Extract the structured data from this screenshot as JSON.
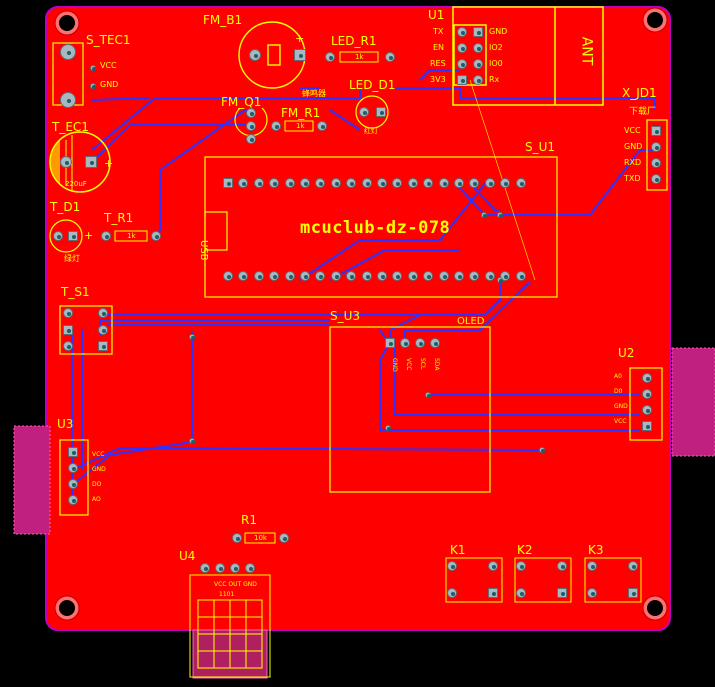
{
  "board": {
    "title": "mcuclub-dz-078",
    "colors": {
      "board": "#ff0000",
      "silk": "#ffff00",
      "trace": "#3030ff",
      "edge": "#c000c0",
      "pad": "#a8b8c0"
    }
  },
  "designators": {
    "s_tec1": "S_TEC1",
    "fm_b1": "FM_B1",
    "led_r1": "LED_R1",
    "u1": "U1",
    "led_d1": "LED_D1",
    "fm_q1": "FM_Q1",
    "fm_r1": "FM_R1",
    "t_ec1": "T_EC1",
    "s_u1": "S_U1",
    "x_jd1": "X_JD1",
    "t_d1": "T_D1",
    "t_r1": "T_R1",
    "t_s1": "T_S1",
    "s_u3": "S_U3",
    "u2": "U2",
    "u3": "U3",
    "r1": "R1",
    "u4": "U4",
    "k1": "K1",
    "k2": "K2",
    "k3": "K3"
  },
  "labels": {
    "s_tec1_vcc": "VCC",
    "s_tec1_gnd": "GND",
    "u1_tx": "TX",
    "u1_en": "EN",
    "u1_res": "RES",
    "u1_3v3": "3V3",
    "u1_gnd": "GND",
    "u1_io2": "IO2",
    "u1_io0": "IO0",
    "u1_rx": "Rx",
    "u1_ant": "ANT",
    "x_jd1_title": "下载厂",
    "x_jd1_vcc": "VCC",
    "x_jd1_gnd": "GND",
    "x_jd1_rxd": "RXD",
    "x_jd1_txd": "TXD",
    "buzzer_note": "蜂鸣器",
    "led_r1_val": "1k",
    "fm_r1_val": "1k",
    "t_r1_val": "1k",
    "r1_val": "10k",
    "t_ec1_val": "220uF",
    "t_ec1_plus": "+",
    "t_d1_plus": "+",
    "fm_b1_plus": "+",
    "t_d1_note": "绿灯",
    "led_d1_note": "红灯",
    "usb": "USB",
    "oled": "OLED",
    "u2_pins": [
      "A0",
      "D0",
      "GND",
      "VCC"
    ],
    "u3_pins": [
      "VCC",
      "GND",
      "DO",
      "AO"
    ],
    "s_u3_pins": [
      "GND",
      "VCC",
      "SCL",
      "SDA"
    ],
    "u4_top": "VCC  OUT  GND",
    "u4_inner": "1101"
  }
}
